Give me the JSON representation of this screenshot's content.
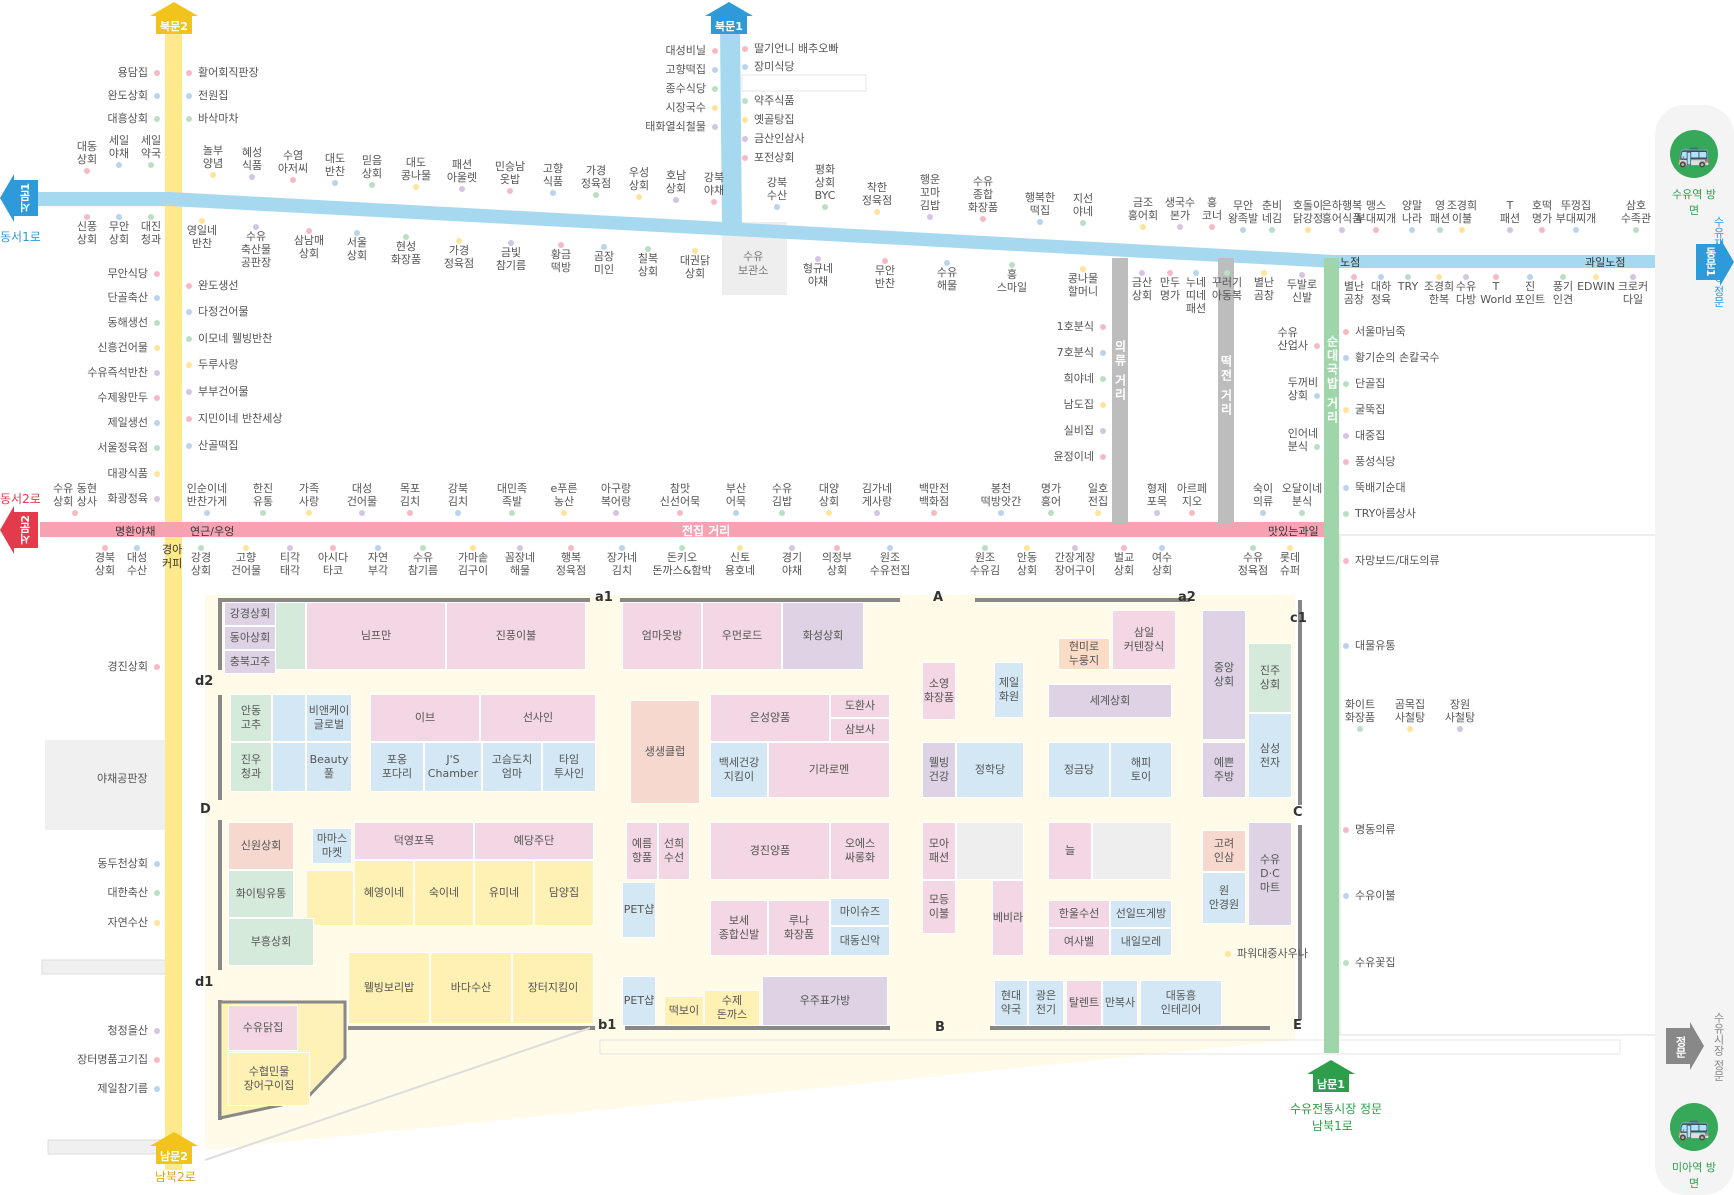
{
  "colors": {
    "yellow": "#ffe98a",
    "blue": "#a6d9ef",
    "pink": "#f5a3b3",
    "green": "#9ed6aa",
    "grey": "#bdbdbd",
    "gate_yellow": "#f2c31b",
    "gate_blue": "#2e9ad9",
    "gate_red": "#e33b4c",
    "gate_green": "#2f9e4a",
    "gate_grey": "#888888",
    "bus_green": "#35a85a"
  },
  "gates": {
    "north2": "북문2",
    "north1": "북문1",
    "west1": "서문1",
    "west1_road": "동서1로",
    "west2": "서문2",
    "west2_road": "동서2로",
    "south2": "남문2",
    "south2_road": "남북2로",
    "east1": "동문1",
    "east1_road": "수유재래시장 정문",
    "south1": "남문1",
    "south1_name": "수유전통시장 정문",
    "south1_road": "남북1로",
    "main_gate": "정문",
    "main_gate_road": "수유시장 정문"
  },
  "bus": {
    "top": "수유역 방면",
    "bottom": "미아역 방면"
  },
  "roads": {
    "ricecake": "떡전 거리",
    "main": "전집 거리",
    "clothes": "의류 거리",
    "sundae": "순대국밥 거리"
  },
  "road_signs": {
    "nojeom": "노점",
    "fruit_nojeom": "과일노점",
    "myunghwan": "명환야채",
    "yeongeun": "연근/우엉",
    "masitneun": "맛있는과일",
    "gyeonga": "경아\n커피",
    "suyu_storage": "수유\n보관소",
    "yachae_pan": "야채공판장"
  },
  "markers": {
    "a1": "a1",
    "a2": "a2",
    "A": "A",
    "b1": "b1",
    "B": "B",
    "c1": "c1",
    "C": "C",
    "d1": "d1",
    "d2": "d2",
    "D": "D",
    "E": "E"
  },
  "left_outer": [
    "용담집",
    "완도상회",
    "대흥상회"
  ],
  "left_inner": [
    "활어회직판장",
    "전원집",
    "바삭마차"
  ],
  "north1_left": [
    "대성비닐",
    "고향떡집",
    "종수식당",
    "시장국수",
    "태화열쇠철물"
  ],
  "north1_right": [
    "딸기언니 배추오빠",
    "장미식당",
    "약주식품",
    "옛골탕집",
    "금산인삼사",
    "포전상회"
  ],
  "top_row": [
    "대동\n상회",
    "세일\n야채",
    "세일\n약국",
    "놀부\n양념",
    "혜성\n식품",
    "수염\n아저씨",
    "대도\n반찬",
    "믿음\n상회",
    "대도\n콩나물",
    "패션\n아울렛",
    "민승남\n옷밥",
    "고향\n식품",
    "가경\n정육점",
    "우성\n상회",
    "호남\n상회",
    "강북\n야채",
    "강북\n수산",
    "평화\n상회\nBYC",
    "착한\n정육점",
    "행운\n꼬마\n김밥",
    "수유\n종합\n화장품",
    "행복한\n떡집",
    "지선\n야네",
    "금조\n홍어회",
    "생국수\n본가",
    "홍\n코너",
    "무안\n왕족발",
    "춘비\n네김",
    "호돌이\n닭강정",
    "은하행복\n홍어식품",
    "맹스\n부대찌개",
    "양말\n나라",
    "영\n패션",
    "조경희\n이불",
    "T\n패션",
    "호떡\n명가",
    "뚜껑집\n부대찌개",
    "삼호\n수족관"
  ],
  "below_row": [
    "신풍\n상회",
    "무안\n상회",
    "대진\n청과",
    "영일네\n반찬",
    "수유\n축산물\n공판장",
    "삼남매\n상회",
    "서울\n상회",
    "현성\n화장품",
    "가경\n정육점",
    "금빛\n참기름",
    "황금\n떡방",
    "곰장\n미인",
    "칠복\n상회",
    "대권닭\n상회",
    "형규네\n야채",
    "무안\n반찬",
    "수유\n해물",
    "홍\n스마일",
    "콩나물\n할머니",
    "금산\n상회",
    "만두\n명가",
    "누네\n띠네\n패션",
    "꾸러기\n아동복",
    "별난\n곰창",
    "두발로\n신발",
    "별난\n곰창",
    "대하\n정육",
    "TRY",
    "조경희\n한복",
    "수유\n다방",
    "T\nWorld",
    "진\n포인트",
    "풍기\n인견",
    "EDWIN",
    "크로커\n다일"
  ],
  "left_column": [
    "무안식당",
    "단골축산",
    "동해생선",
    "신흥건어물",
    "수유즉석반찬",
    "수제왕만두",
    "제일생선",
    "서울정육점",
    "대광식품",
    "화광정육"
  ],
  "left_column_inner": [
    "완도생선",
    "다정건어물",
    "이모네 웰빙반찬",
    "두루사랑",
    "부부건어물",
    "지민이네 반찬세상",
    "산골떡집"
  ],
  "clothes_left": [
    "1호분식",
    "7호분식",
    "희야네",
    "남도집",
    "실비집",
    "윤정이네"
  ],
  "sundae_left": [
    "수유\n산업사",
    "두꺼비\n상회",
    "인어네\n분식"
  ],
  "sundae_right": [
    "서울마님죽",
    "황기순의 손칼국수",
    "단골집",
    "굴뚝집",
    "대중집",
    "풍성식당",
    "뚝배기순대",
    "TRY아름상사"
  ],
  "main_north": [
    "수유 동현\n상회 상사",
    "인순이네\n반찬가게",
    "한진\n유통",
    "가족\n사랑",
    "대성\n건어물",
    "목포\n김치",
    "강북\n김치",
    "대민족\n족발",
    "e푸른\n농산",
    "아구랑\n복어랑",
    "참맛\n신선어묵",
    "부산\n어묵",
    "수유\n김밥",
    "대양\n상회",
    "김가네\n게사랑",
    "백만전\n백화점",
    "봉천\n떡방앗간",
    "명가\n홍어",
    "일호\n전집",
    "형제\n포목",
    "아르페\n지오",
    "숙이\n의류",
    "오달이네\n분식"
  ],
  "main_south": [
    "경북\n상회",
    "대성\n수산",
    "강경\n상회",
    "고향\n건어물",
    "티각\n태각",
    "아시다\n타코",
    "자연\n부각",
    "수유\n참기름",
    "가마솥\n김구이",
    "꼼장네\n해물",
    "행복\n정육점",
    "장가네\n김치",
    "돈키오\n돈까스&함박",
    "신토\n용호네",
    "경기\n야채",
    "의정부\n상회",
    "원조\n수유전집",
    "원조\n수유김",
    "안동\n상회",
    "간장게장\n장어구이",
    "벌교\n상회",
    "여수\n상회",
    "수유\n정육점",
    "롯데\n슈퍼"
  ],
  "left_lower": [
    "경진상회",
    "동두천상회",
    "대한축산",
    "자연수산",
    "청정을산",
    "장터명품고기집",
    "제일참기름"
  ],
  "right_lower": [
    "자망보드/대도의류",
    "대물유통",
    "화이트\n화장품",
    "곰목집\n사철탕",
    "장원\n사철탕",
    "명동의류",
    "수유이불",
    "수유꽃집",
    "파워대중사우나"
  ],
  "blocks": {
    "gangyeong": "강경상회",
    "donga": "동아상회",
    "chungbuk": "충북고추",
    "nampeuman": "님프만",
    "jinpung": "진풍이불",
    "eommaot": "엄마옷방",
    "umyeon": "우먼로드",
    "hwaseong": "화성상회",
    "hyeonmiro": "현미로\n누룽지",
    "samil": "삼일\n커텐장식",
    "jungang": "중앙\n상회",
    "jinju": "진주\n상회",
    "andong": "안동\n고추",
    "bian": "비앤케이\n글로벌",
    "ib": "이브",
    "seonsain": "선사인",
    "saengsaeng": "생생클럽",
    "eunseong": "은성양품",
    "dohwan": "도환사",
    "sambosa": "삼보사",
    "soyeong": "소영\n화장품",
    "jeil": "제일\n화원",
    "segye": "세계상회",
    "jinu": "진우\n청과",
    "beauty": "Beauty\n풀",
    "poyong": "포옹\n포다리",
    "js": "J'S\nChamber",
    "gosomdochi": "고슴도치\n엄마",
    "taim": "타임\n투사인",
    "baekse": "백세건강\n지킴이",
    "giraro": "기라로멘",
    "welbing": "웰빙\n건강",
    "jeonghak": "정학당",
    "jeonggeum": "정금당",
    "happy": "해피\n토이",
    "yeppeun": "예쁜\n주방",
    "samsung": "삼성\n전자",
    "sinwon": "신원상회",
    "mamas": "마마스\n마켓",
    "deokyeong": "덕영포목",
    "yedang": "예당주단",
    "yereum": "예름\n항품",
    "seonhui": "선희\n수선",
    "gyeongjin": "경진양품",
    "oes": "오에스\n싸롱화",
    "moa": "모아\n패션",
    "neul": "늘",
    "goryeo": "고려\n인삼",
    "suyudc": "수유\nD·C\n마트",
    "hwaiting": "화이팅유통",
    "hyeyeong": "혜영이네",
    "sugine": "숙이네",
    "yumine": "유미네",
    "damyang": "담양집",
    "pet1": "PET샵",
    "bose": "보세\n종합신발",
    "runa": "루나\n화장품",
    "maishuz": "마이슈즈",
    "daedong": "대동신악",
    "modeung": "모등\n이불",
    "bebira": "베비라",
    "hanul": "한울수선",
    "seonil": "선일뜨게방",
    "yeosabel": "여사벨",
    "naeilmo": "내일모레",
    "won": "원\n안경원",
    "buheung": "부흥상회",
    "welbingbori": "웰빙보리밥",
    "bada": "바다수산",
    "jangteo": "장터지킴이",
    "pet2": "PET샵",
    "tteokboki": "떡보이",
    "suje": "수제\n돈까스",
    "ujupyo": "우주표가방",
    "hyeondae": "현대\n약국",
    "gwangeun": "광은\n전기",
    "talent": "탈렌트",
    "manbok": "만복사",
    "daedongheung": "대동흥\n인테리어",
    "suyudak": "수유닭집",
    "suhyeop": "수협민물\n장어구이집"
  }
}
